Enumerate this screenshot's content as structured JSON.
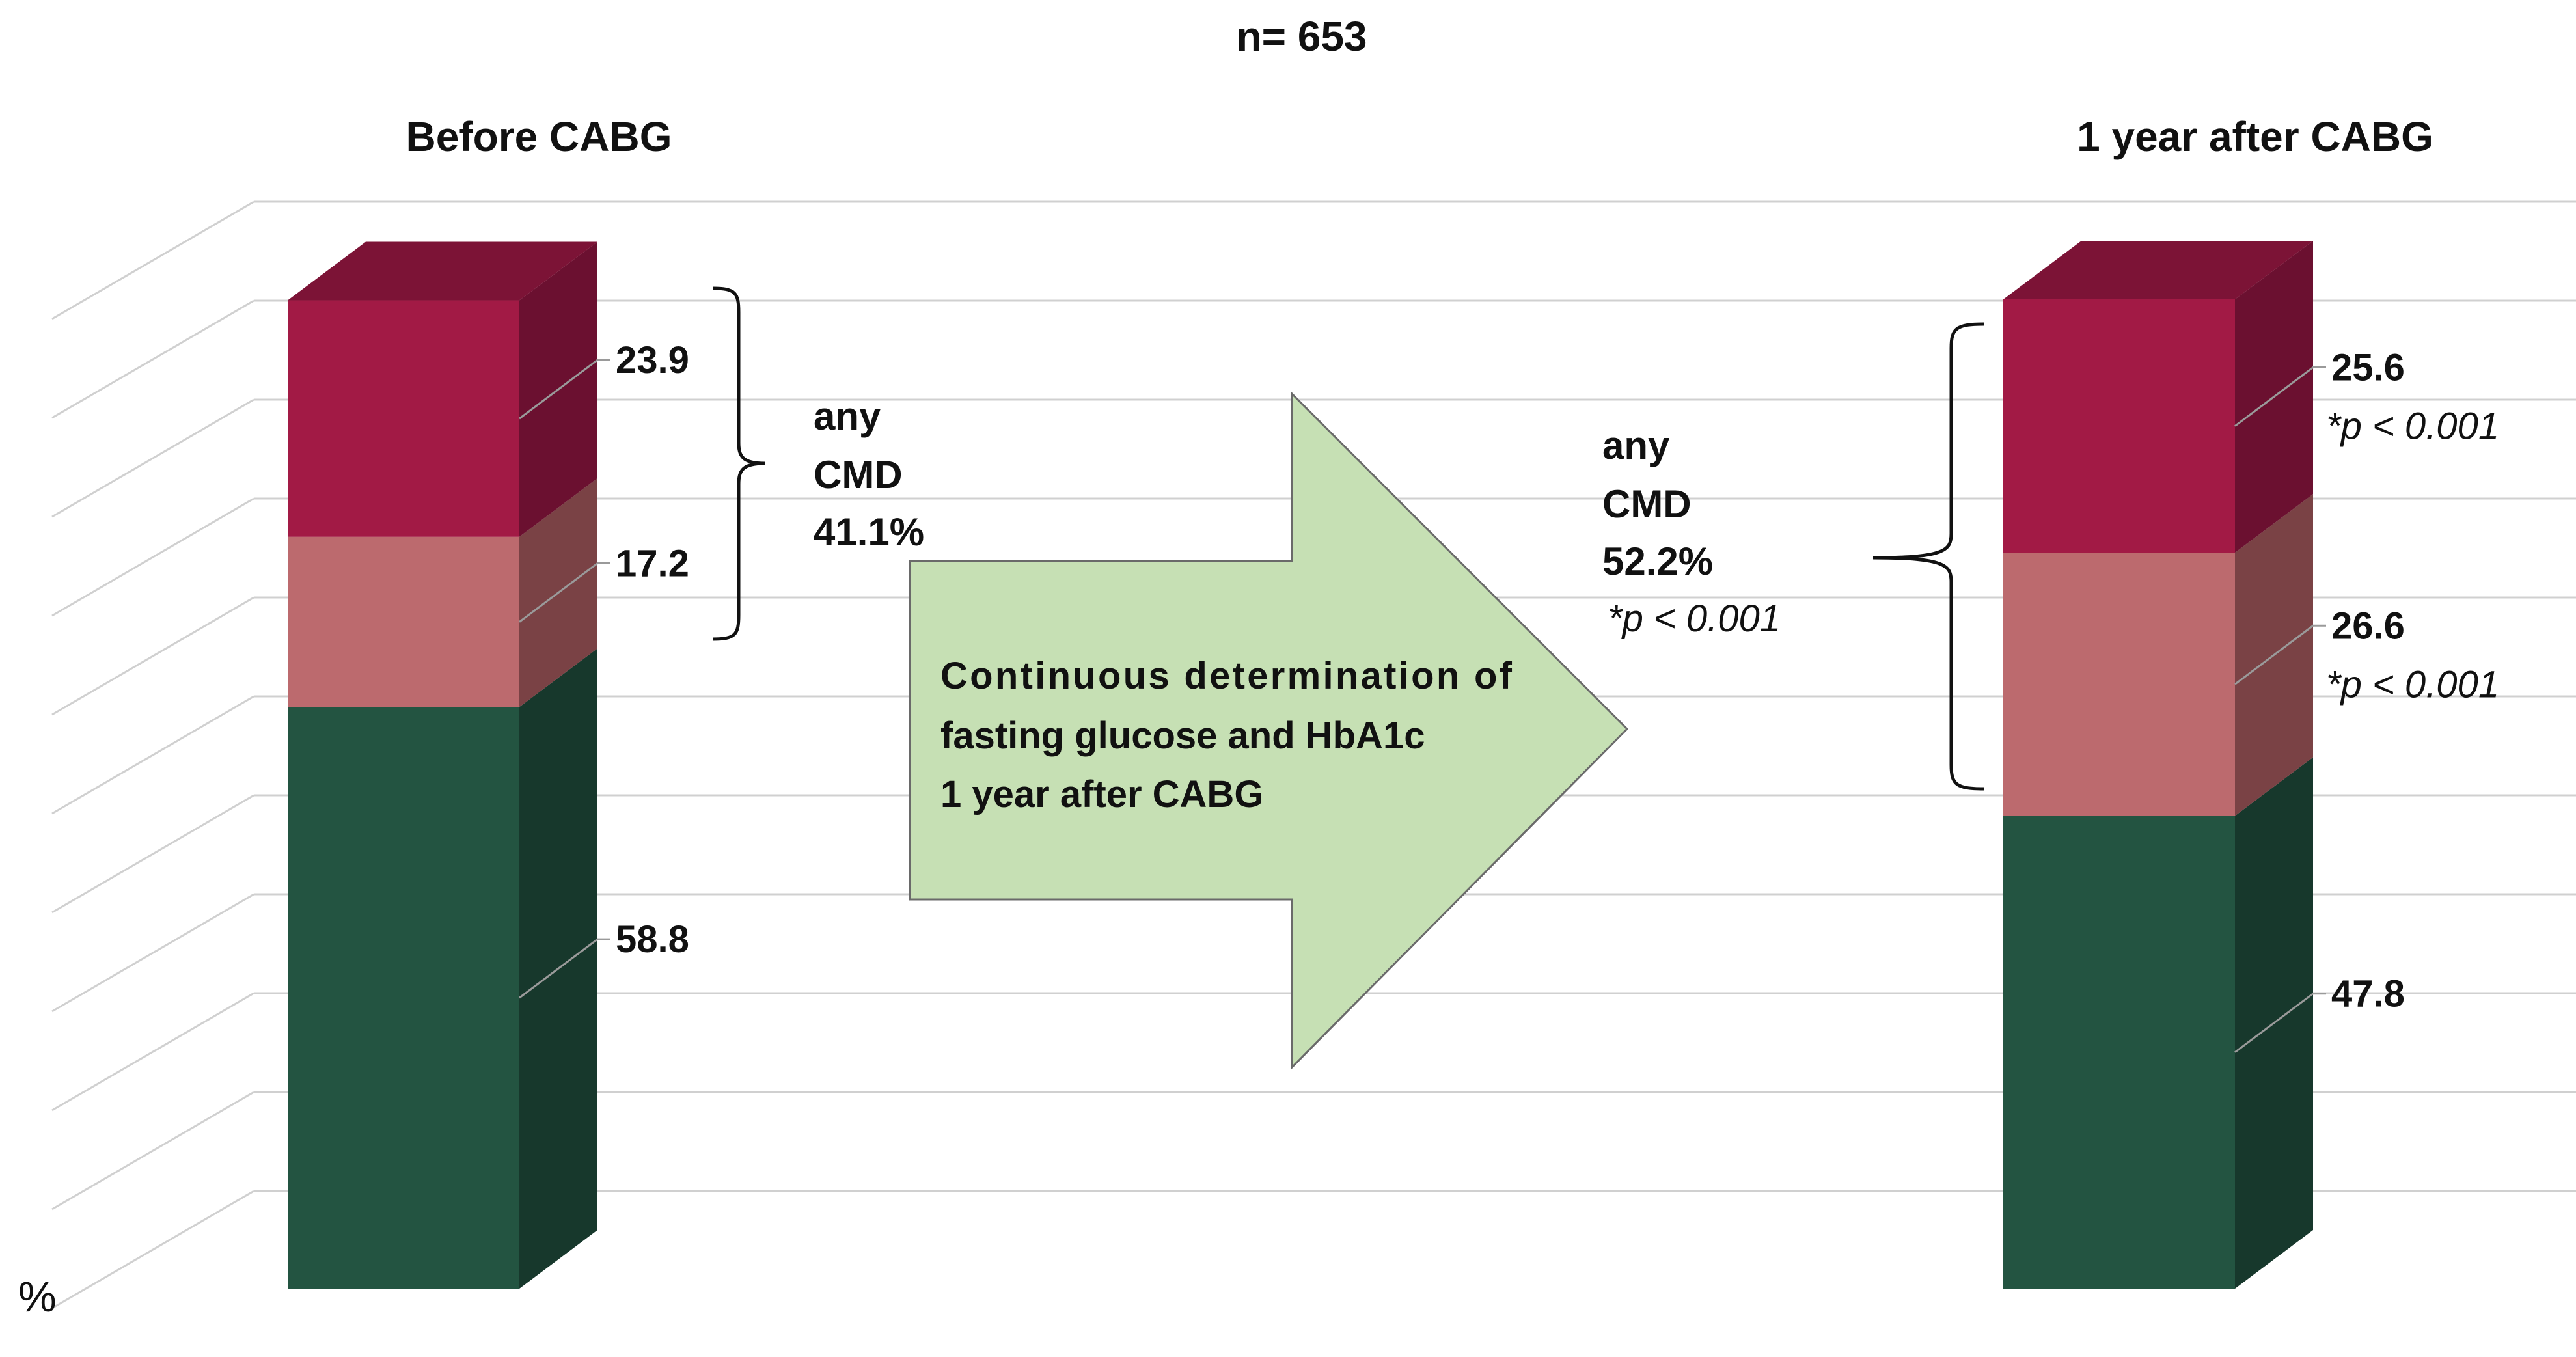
{
  "header": {
    "n_label": "n= 653"
  },
  "axis": {
    "unit_label": "%"
  },
  "arrow": {
    "lines": [
      "Continuous determination of",
      "fasting glucose and HbA1c",
      "1 year after CABG"
    ]
  },
  "chart_data": {
    "type": "bar",
    "stacked": true,
    "three_d": true,
    "categories": [
      "Before CABG",
      "1 year after CABG"
    ],
    "ylim": [
      0,
      100
    ],
    "grid": true,
    "series": [
      {
        "values": [
          58.8,
          47.8
        ],
        "color": "#235441",
        "side_color": "#17382c",
        "top_color": "#1c4536"
      },
      {
        "values": [
          17.2,
          26.6
        ],
        "color": "#bc6a6e",
        "side_color": "#7a4245",
        "top_color": "#9b5659"
      },
      {
        "values": [
          23.9,
          25.6
        ],
        "color": "#a21a45",
        "side_color": "#6b1030",
        "top_color": "#7c1336"
      }
    ],
    "data_labels": [
      [
        "58.8",
        "17.2",
        "23.9"
      ],
      [
        "47.8",
        "26.6",
        "25.6"
      ]
    ],
    "significance": {
      "bar2_seg1": "*p < 0.001",
      "bar2_seg2": "*p < 0.001"
    },
    "brackets": [
      {
        "lines": [
          "any",
          "CMD",
          "41.1%"
        ],
        "note": ""
      },
      {
        "lines": [
          "any",
          "CMD",
          "52.2%"
        ],
        "note": "*p < 0.001"
      }
    ]
  }
}
